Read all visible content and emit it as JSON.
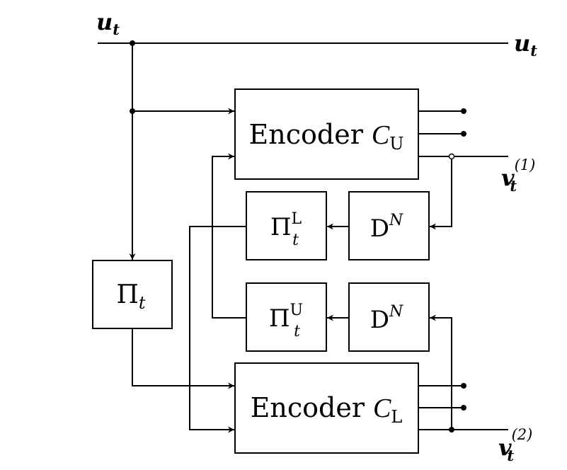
{
  "input_signal": {
    "base": "u",
    "sub": "t"
  },
  "output_signal": {
    "base": "u",
    "sub": "t"
  },
  "output_v1": {
    "base": "v",
    "sub": "t",
    "sup": "(1)"
  },
  "output_v2": {
    "base": "v",
    "sub": "t",
    "sup": "(2)"
  },
  "encoder_upper": {
    "word": "Encoder",
    "symbol": "C",
    "sub": "U"
  },
  "encoder_lower": {
    "word": "Encoder",
    "symbol": "C",
    "sub": "L"
  },
  "interleaver_main": {
    "symbol": "Π",
    "sub": "t"
  },
  "interleaver_lower": {
    "symbol": "Π",
    "sub": "t",
    "sup": "L"
  },
  "interleaver_upper": {
    "symbol": "Π",
    "sub": "t",
    "sup": "U"
  },
  "delay_top": {
    "symbol": "D",
    "sup": "N"
  },
  "delay_bottom": {
    "symbol": "D",
    "sup": "N"
  }
}
